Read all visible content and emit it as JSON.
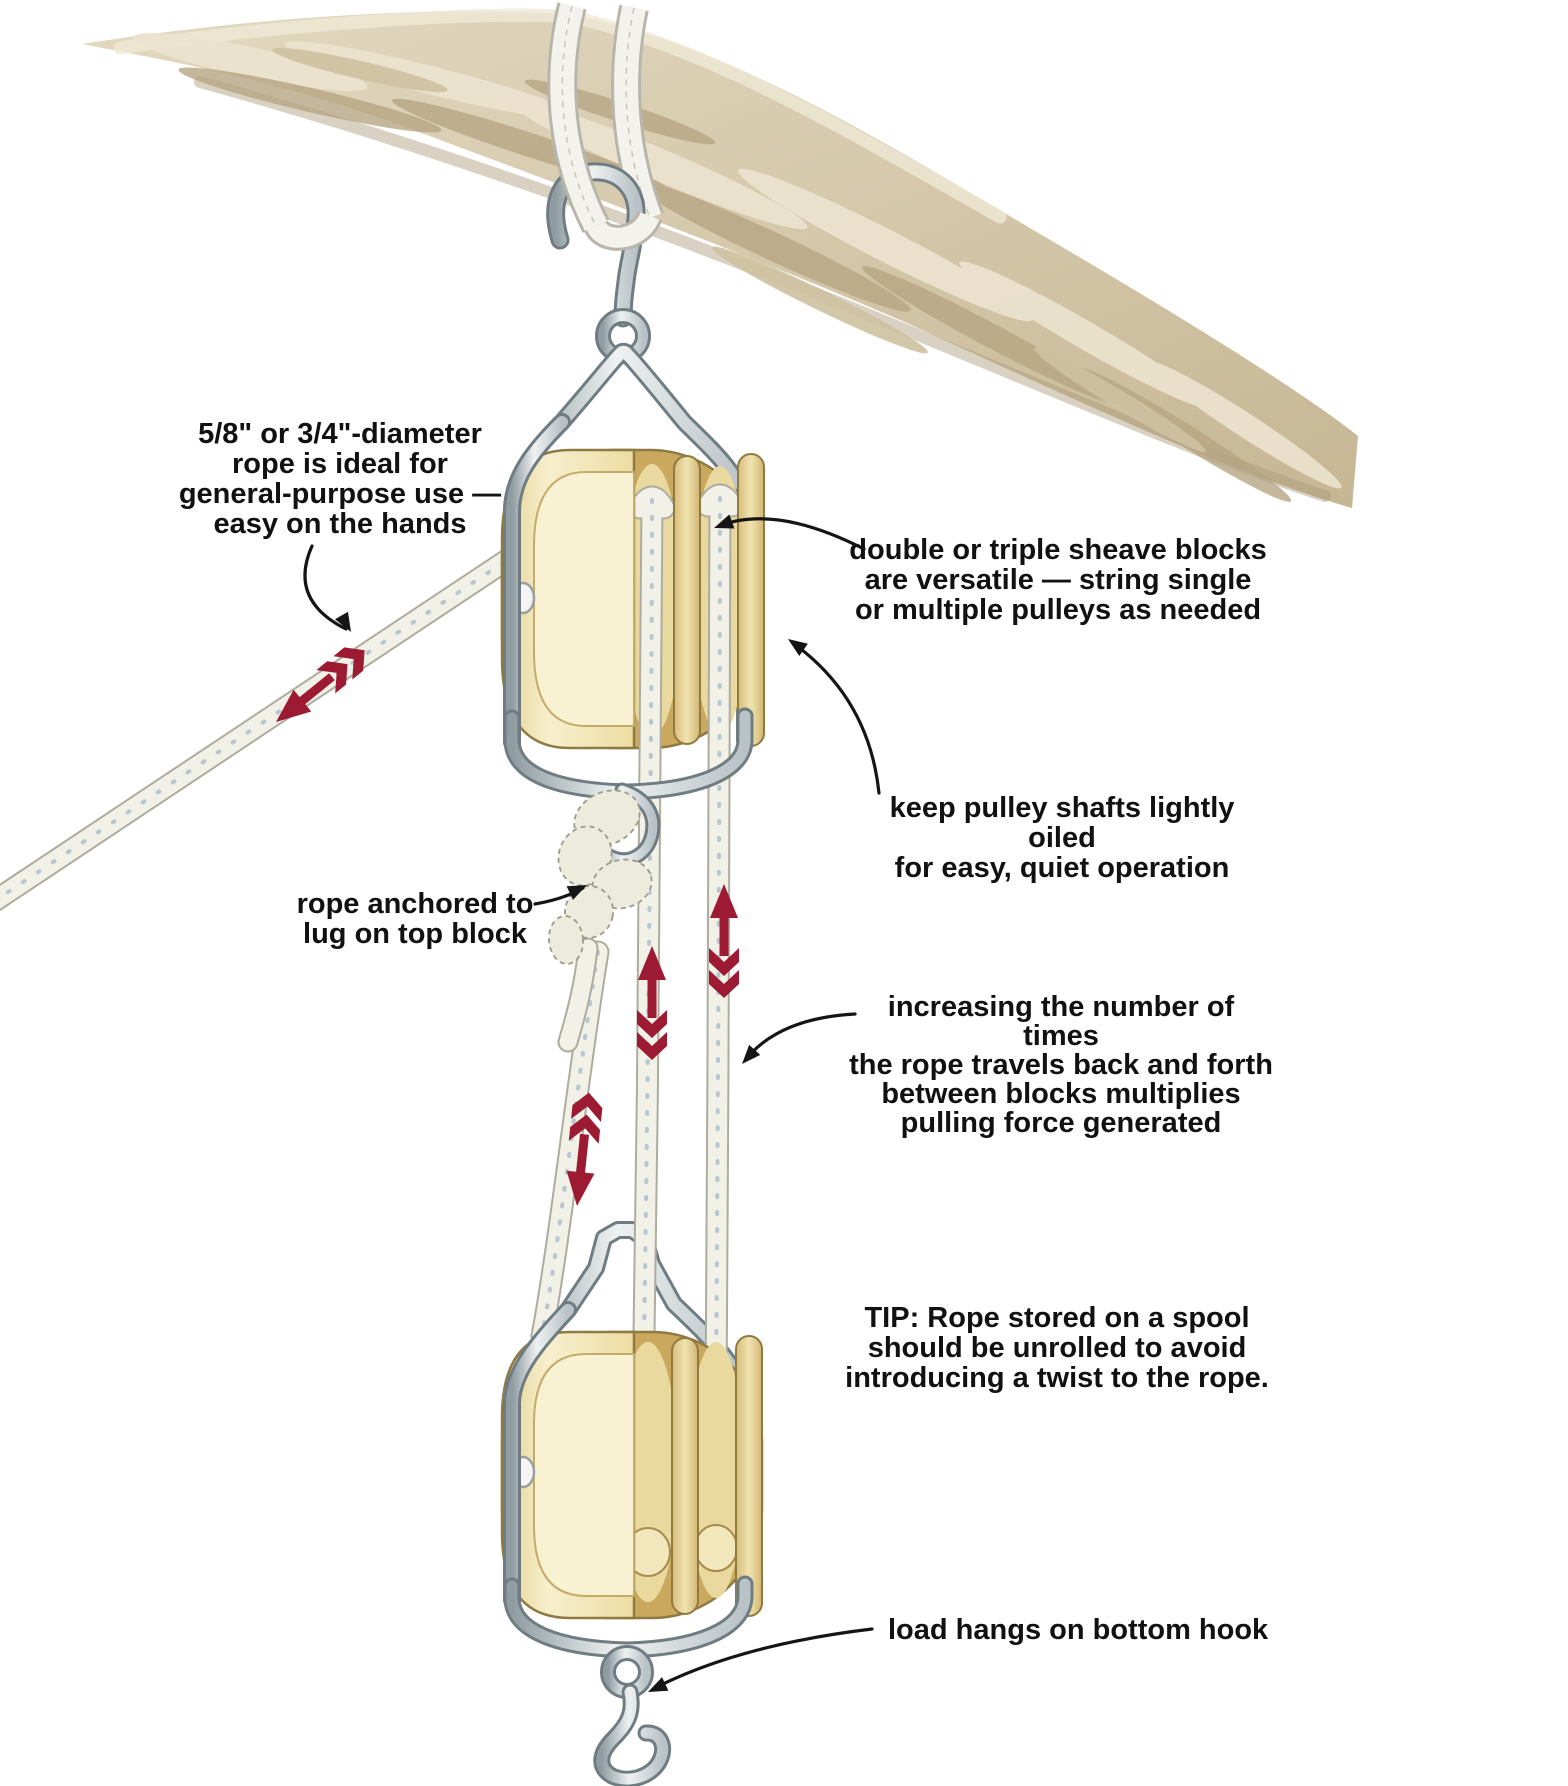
{
  "figure": {
    "subject": "block and tackle pulley system hung from a tree branch",
    "background": "#ffffff"
  },
  "annotations": {
    "rope_diameter": "5/8\" or 3/4\"-diameter\nrope is ideal for\ngeneral-purpose use —\neasy on the hands",
    "sheave_blocks": "double or triple sheave blocks\nare versatile — string single\nor multiple pulleys as needed",
    "oil_shafts": "keep pulley shafts lightly oiled\nfor easy, quiet operation",
    "rope_anchor": "rope anchored to\nlug on top block",
    "mechanical_advantage": "increasing the number of times\nthe rope travels back and forth\nbetween blocks multiplies\npulling force generated",
    "tip": "TIP: Rope stored on a spool\nshould be unrolled to avoid\nintroducing a twist to the rope.",
    "load_hook": "load hangs on bottom hook"
  },
  "rope_direction_arrows": [
    {
      "location": "pull rope leaving top block",
      "direction": "down-left"
    },
    {
      "location": "left rope between blocks",
      "direction": "up"
    },
    {
      "location": "right rope between blocks",
      "direction": "up"
    },
    {
      "location": "anchored rope between blocks",
      "direction": "down"
    }
  ],
  "colors": {
    "arrow_red": "#9c1b33",
    "wood_block": "#eddca2",
    "wood_edge": "#8f7a42",
    "metal": "#c3cbce",
    "metal_edge": "#6f7d83",
    "rope": "#f2f1e8",
    "branch": "#d5c8ab",
    "text": "#111111",
    "leader_line": "#151515"
  }
}
